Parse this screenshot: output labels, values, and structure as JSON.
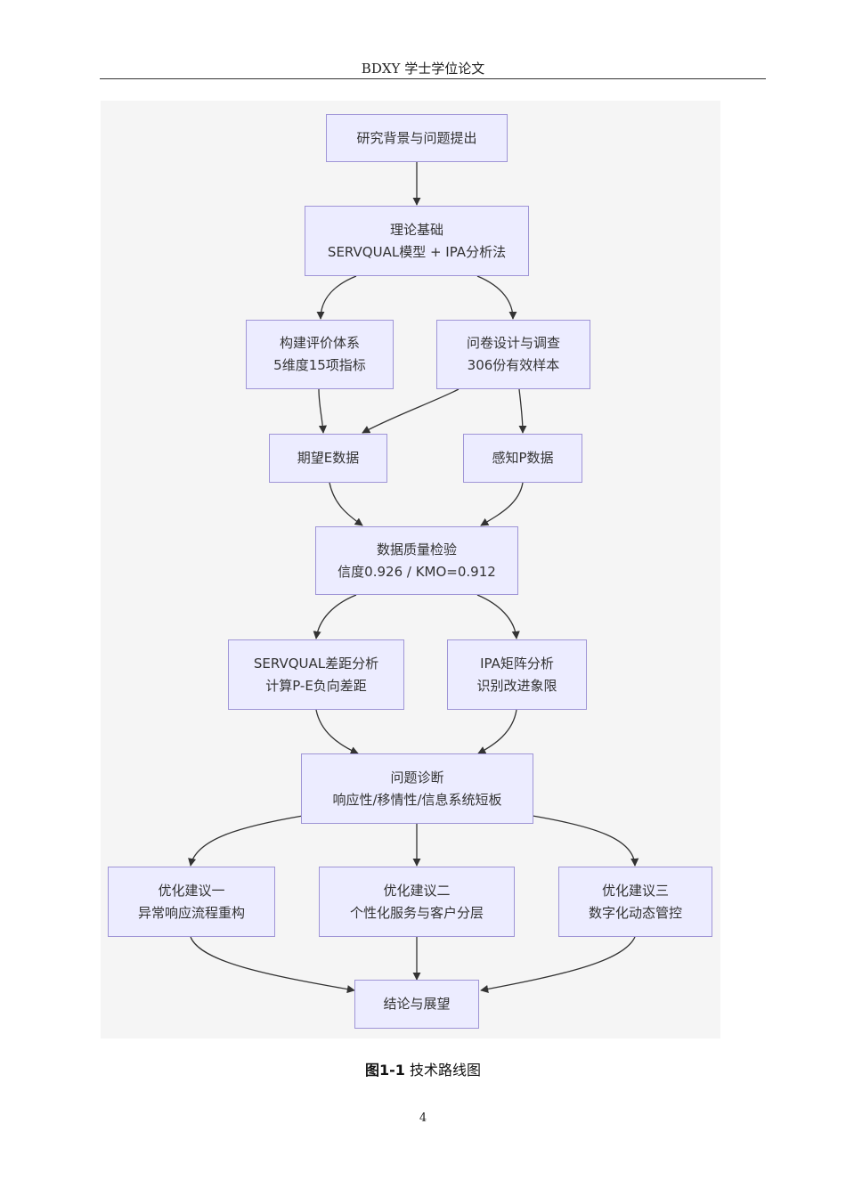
{
  "header": {
    "title": "BDXY 学士学位论文"
  },
  "diagram": {
    "nodes": {
      "background": {
        "line1": "研究背景与问题提出"
      },
      "theory": {
        "line1": "理论基础",
        "line2": "SERVQUAL模型 + IPA分析法"
      },
      "indicators": {
        "line1": "构建评价体系",
        "line2": "5维度15项指标"
      },
      "survey": {
        "line1": "问卷设计与调查",
        "line2": "306份有效样本"
      },
      "expect": {
        "line1": "期望E数据"
      },
      "perceive": {
        "line1": "感知P数据"
      },
      "quality": {
        "line1": "数据质量检验",
        "line2": "信度0.926 / KMO=0.912"
      },
      "servqual": {
        "line1": "SERVQUAL差距分析",
        "line2": "计算P-E负向差距"
      },
      "ipa": {
        "line1": "IPA矩阵分析",
        "line2": "识别改进象限"
      },
      "diagnosis": {
        "line1": "问题诊断",
        "line2": "响应性/移情性/信息系统短板"
      },
      "sugg1": {
        "line1": "优化建议一",
        "line2": "异常响应流程重构"
      },
      "sugg2": {
        "line1": "优化建议二",
        "line2": "个性化服务与客户分层"
      },
      "sugg3": {
        "line1": "优化建议三",
        "line2": "数字化动态管控"
      },
      "conclusion": {
        "line1": "结论与展望"
      }
    },
    "colors": {
      "node_fill": "#ececff",
      "node_border": "#9f95d6",
      "edge": "#333333",
      "panel": "#f5f5f5"
    }
  },
  "caption": {
    "label": "图1-1",
    "text": "技术路线图"
  },
  "page_number": "4"
}
